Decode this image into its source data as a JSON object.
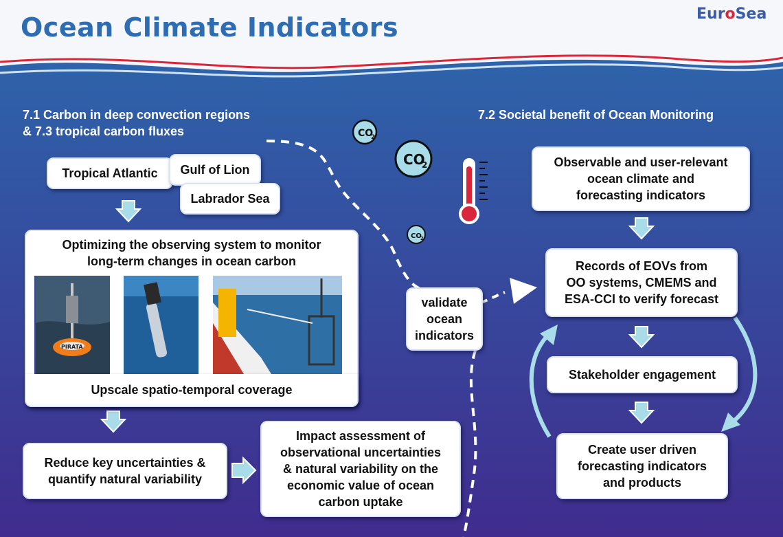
{
  "title": "Ocean Climate Indicators",
  "logo": "EuroSea",
  "colors": {
    "title": "#2f6db3",
    "ocean_top": "#2e61a8",
    "ocean_bottom": "#3f2f8f",
    "arrow": "#a8dce8",
    "accent_red": "#d9263a"
  },
  "left_section": {
    "heading_line1": "7.1 Carbon in deep convection regions",
    "heading_line2": "& 7.3 tropical carbon fluxes",
    "regions": [
      "Tropical Atlantic",
      "Gulf of Lion",
      "Labrador Sea"
    ],
    "optimizing_line1": "Optimizing the observing system to monitor",
    "optimizing_line2": "long-term changes in ocean carbon",
    "photo_buoy_text": "PIRATA",
    "upscale": "Upscale spatio-temporal coverage",
    "reduce_line1": "Reduce key uncertainties &",
    "reduce_line2": "quantify natural variability",
    "impact_lines": [
      "Impact assessment of",
      "observational uncertainties",
      "& natural variability on the",
      "economic value of ocean",
      "carbon uptake"
    ]
  },
  "center": {
    "validate_lines": [
      "validate",
      "ocean",
      "indicators"
    ],
    "co2_label": "CO",
    "co2_sub": "2"
  },
  "right_section": {
    "heading": "7.2 Societal benefit of Ocean Monitoring",
    "observable_lines": [
      "Observable and user-relevant",
      "ocean climate and",
      "forecasting indicators"
    ],
    "records_lines": [
      "Records of EOVs from",
      "OO systems, CMEMS and",
      "ESA-CCI to verify forecast"
    ],
    "stakeholder": "Stakeholder engagement",
    "create_lines": [
      "Create user driven",
      "forecasting indicators",
      "and products"
    ]
  },
  "icons": [
    "co2-bubble-icon",
    "thermometer-icon",
    "down-arrow-icon",
    "right-arrow-icon",
    "cycle-arrow-icon"
  ]
}
